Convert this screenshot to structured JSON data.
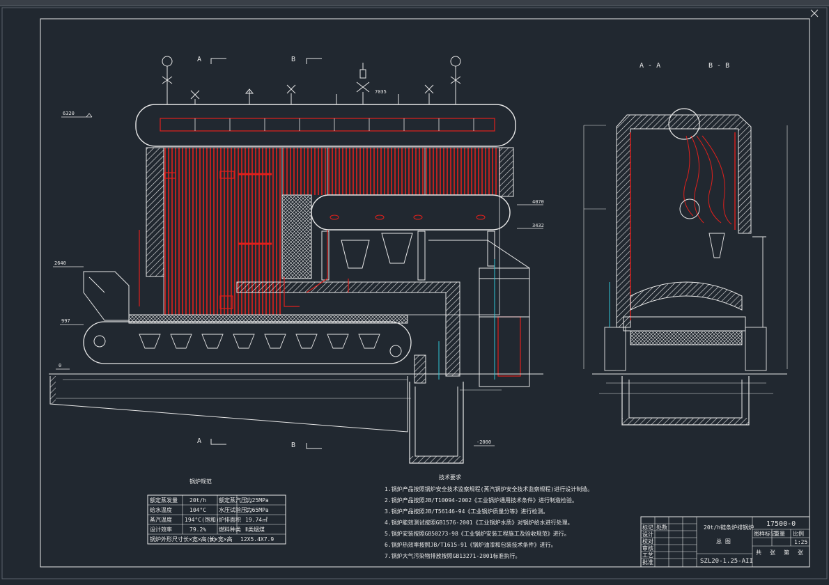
{
  "section_labels": {
    "a_top": "A",
    "b_top": "B",
    "a_bottom": "A",
    "b_bottom": "B",
    "view_aa": "A - A",
    "view_bb": "B - B"
  },
  "elevations": {
    "e6320": "6320",
    "e7035": "7035",
    "e4070": "4070",
    "e3432": "3432",
    "e2640": "2640",
    "e997": "997",
    "e0": "0",
    "em2000": "-2000"
  },
  "params": {
    "title": "锅炉规范",
    "rows": [
      [
        "额定蒸发量",
        "20t/h",
        "额定蒸汽压力",
        "1.25MPa"
      ],
      [
        "给水温度",
        "104°C",
        "水压试验压力",
        "1.65MPa"
      ],
      [
        "蒸汽温度",
        "194°C(饱和)",
        "炉排面积",
        "19.74㎡"
      ],
      [
        "设计效率",
        "79.2%",
        "燃料种类",
        "Ⅱ类烟煤"
      ],
      [
        "锅炉外形尺寸长×宽×高(m)",
        "长×宽×高",
        "12X5.4X7.9"
      ]
    ]
  },
  "tech_notes": {
    "title": "技术要求",
    "items": [
      "1.锅炉产品按照锅炉安全技术监察规程(蒸汽锅炉安全技术监察规程)进行设计制造。",
      "2.锅炉产品按照JB/T10094-2002《工业锅炉通用技术条件》进行制造检验。",
      "3.锅炉产品按照JB/T56146-94《工业锅炉质量分等》进行检测。",
      "4.锅炉能效测试按照GB1576-2001《工业锅炉水质》对锅炉给水进行处理。",
      "5.锅炉安装按照GB50273-98《工业锅炉安装工程施工及验收规范》进行。",
      "6.锅炉热效率按照JB/T1615-91《锅炉油漆和包装技术条件》进行。",
      "7.锅炉大气污染物排放按照GB13271-2001标准执行。"
    ]
  },
  "title_block": {
    "drawing_no": "17500-0",
    "product": "20t/h链条炉排锅炉",
    "drawing_name": "总 图",
    "model": "SZL20-1.25-AII",
    "scale": "1:25",
    "headers": [
      "图样标记",
      "重量",
      "比例"
    ],
    "sheet": [
      "共",
      "张",
      "第",
      "张"
    ],
    "sign_rows": [
      "标记",
      "处数",
      "设计",
      "校对",
      "审核",
      "工艺",
      "批准"
    ]
  },
  "colors": {
    "background": "#212830",
    "line": "#e8e8e8",
    "tubes": "#e0201c",
    "insulation": "#e8e8e8",
    "cyan": "#30c8d8"
  }
}
